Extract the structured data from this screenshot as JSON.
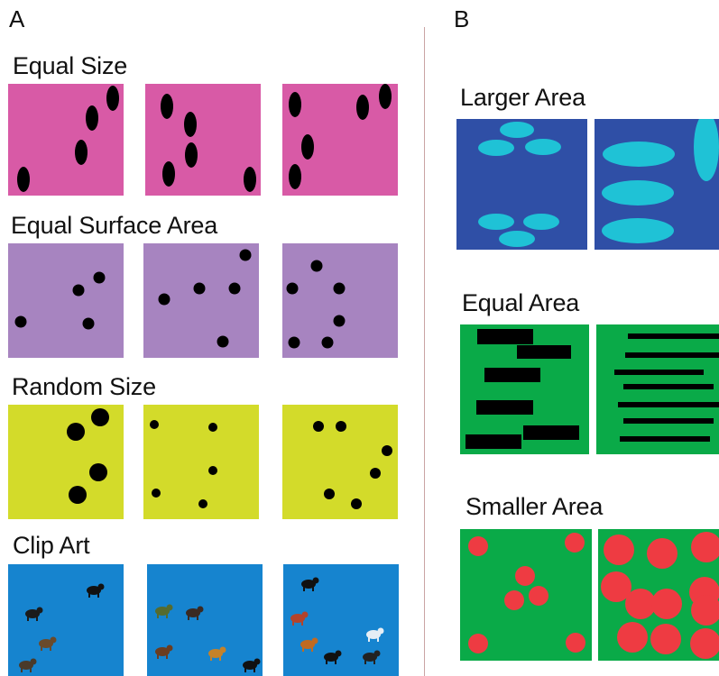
{
  "panels": {
    "a": {
      "letter": "A",
      "rows": [
        {
          "title": "Equal Size",
          "color": "#d85aa6"
        },
        {
          "title": "Equal Surface Area",
          "color": "#a784c0"
        },
        {
          "title": "Random Size",
          "color": "#d3db2a"
        },
        {
          "title": "Clip Art",
          "color": "#1684cf"
        }
      ]
    },
    "b": {
      "letter": "B",
      "rows": [
        {
          "title": "Larger Area",
          "color": "#2f4fa6",
          "shape_color": "#1fc2d6"
        },
        {
          "title": "Equal Area",
          "color": "#0aaa48",
          "shape_color": "#000000"
        },
        {
          "title": "Smaller Area",
          "color": "#0aaa48",
          "shape_color": "#ee3b42"
        }
      ]
    }
  },
  "icons": [
    "animal-silhouette-icon",
    "animal-clipart-icon"
  ]
}
